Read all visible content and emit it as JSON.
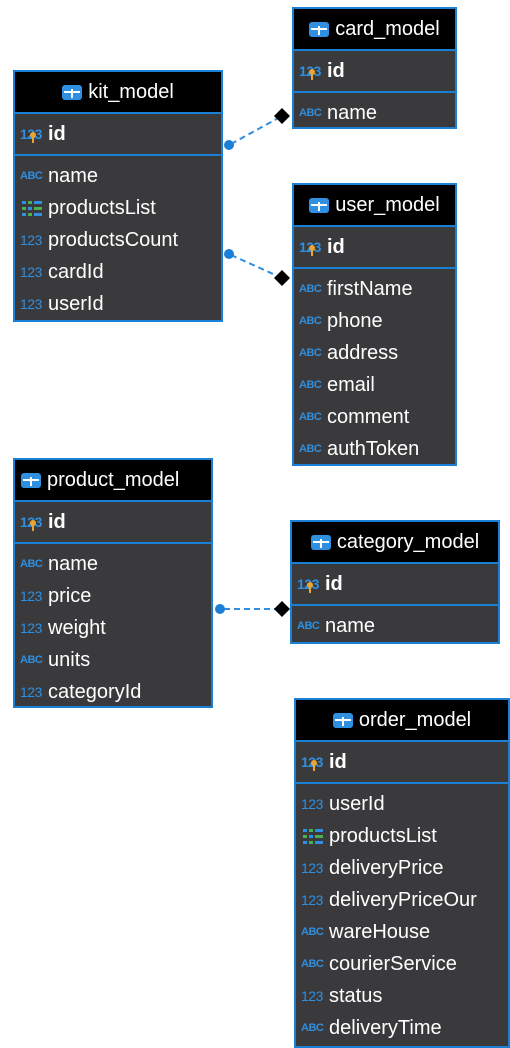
{
  "tables": {
    "card": {
      "name": "card_model",
      "pk": "id",
      "columns": [
        {
          "type": "abc",
          "name": "name"
        }
      ]
    },
    "kit": {
      "name": "kit_model",
      "pk": "id",
      "columns": [
        {
          "type": "abc",
          "name": "name"
        },
        {
          "type": "array",
          "name": "productsList"
        },
        {
          "type": "num",
          "name": "productsCount"
        },
        {
          "type": "num",
          "name": "cardId"
        },
        {
          "type": "num",
          "name": "userId"
        }
      ]
    },
    "user": {
      "name": "user_model",
      "pk": "id",
      "columns": [
        {
          "type": "abc",
          "name": "firstName"
        },
        {
          "type": "abc",
          "name": "phone"
        },
        {
          "type": "abc",
          "name": "address"
        },
        {
          "type": "abc",
          "name": "email"
        },
        {
          "type": "abc",
          "name": "comment"
        },
        {
          "type": "abc",
          "name": "authToken"
        }
      ]
    },
    "product": {
      "name": "product_model",
      "pk": "id",
      "columns": [
        {
          "type": "abc",
          "name": "name"
        },
        {
          "type": "num",
          "name": "price"
        },
        {
          "type": "num",
          "name": "weight"
        },
        {
          "type": "abc",
          "name": "units"
        },
        {
          "type": "num",
          "name": "categoryId"
        }
      ]
    },
    "category": {
      "name": "category_model",
      "pk": "id",
      "columns": [
        {
          "type": "abc",
          "name": "name"
        }
      ]
    },
    "order": {
      "name": "order_model",
      "pk": "id",
      "columns": [
        {
          "type": "num",
          "name": "userId"
        },
        {
          "type": "array",
          "name": "productsList"
        },
        {
          "type": "num",
          "name": "deliveryPrice"
        },
        {
          "type": "num",
          "name": "deliveryPriceOur"
        },
        {
          "type": "abc",
          "name": "wareHouse"
        },
        {
          "type": "abc",
          "name": "courierService"
        },
        {
          "type": "num",
          "name": "status"
        },
        {
          "type": "abc",
          "name": "deliveryTime"
        }
      ]
    }
  },
  "type_labels": {
    "num": "123",
    "abc": "ABC",
    "pk": "123"
  },
  "relations": [
    {
      "from": "kit_model",
      "to": "card_model"
    },
    {
      "from": "kit_model",
      "to": "user_model"
    },
    {
      "from": "product_model",
      "to": "category_model"
    }
  ],
  "colors": {
    "border": "#1c7fd6",
    "body": "#3a3a3c",
    "header": "#000000",
    "type": "#2f8fe0",
    "link": "#2f8fe0"
  }
}
